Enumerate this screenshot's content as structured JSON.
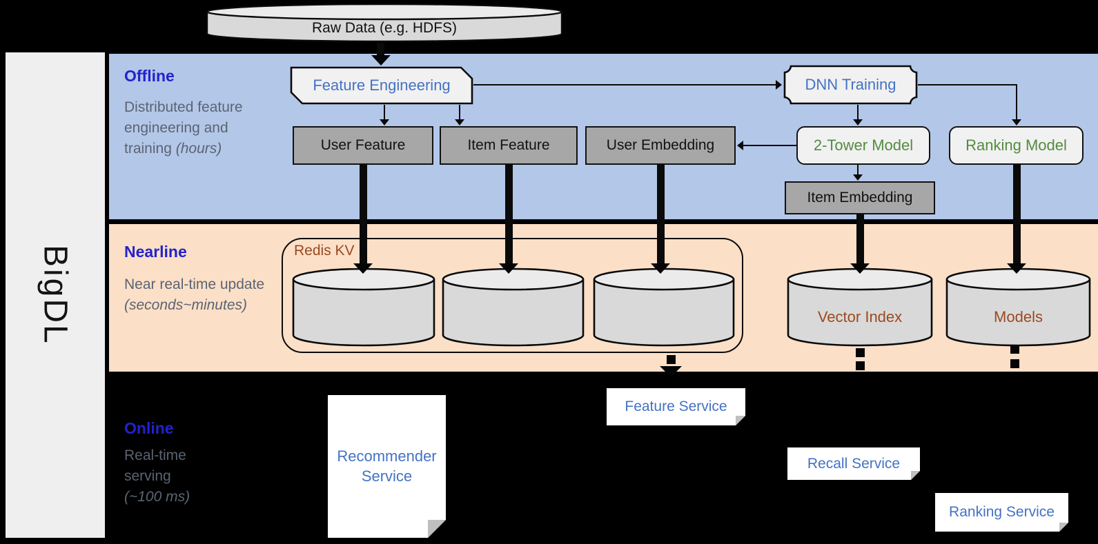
{
  "brand": {
    "label": "BigDL"
  },
  "raw_data": {
    "label": "Raw Data (e.g. HDFS)"
  },
  "sections": {
    "offline": {
      "title": "Offline",
      "desc": "Distributed feature engineering and training ",
      "desc_italic": "(hours)"
    },
    "nearline": {
      "title": "Nearline",
      "desc": "Near real-time update",
      "desc_italic": "(seconds~minutes)"
    },
    "online": {
      "title": "Online",
      "desc": "Real-time serving",
      "desc_italic": "(~100 ms)"
    }
  },
  "nodes": {
    "feature_engineering": "Feature Engineering",
    "dnn_training": "DNN Training",
    "user_feature": "User Feature",
    "item_feature": "Item Feature",
    "user_embedding": "User Embedding",
    "two_tower_model": "2-Tower Model",
    "ranking_model": "Ranking Model",
    "item_embedding": "Item Embedding",
    "redis_kv": "Redis KV",
    "vector_index": "Vector Index",
    "models": "Models"
  },
  "services": {
    "recommender_line1": "Recommender",
    "recommender_line2": "Service",
    "feature": "Feature Service",
    "recall": "Recall Service",
    "ranking": "Ranking Service"
  },
  "colors": {
    "band_offline": "#B3C7E9",
    "band_nearline": "#FBDFC7",
    "section_title_blue": "#2222CE",
    "description_gray": "#5B6472",
    "node_label_blue": "#4472C4",
    "node_label_green": "#528C3F",
    "node_label_brown": "#9A4A21",
    "gray_node_fill": "#A7A7A7",
    "light_node_fill": "#F1F1F1",
    "cylinder_body": "#D9D9D9",
    "cylinder_top": "#EBEBEB"
  }
}
